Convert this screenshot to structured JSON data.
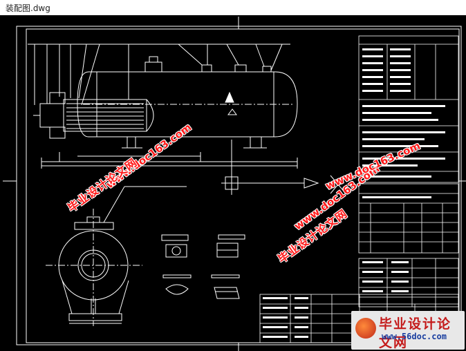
{
  "window": {
    "title": "装配图.dwg"
  },
  "drawing": {
    "background": "#000000",
    "line_color": "#ffffff",
    "watermark_color": "#ff1a1a"
  },
  "watermarks": {
    "cn_text": "毕业设计论文网",
    "url_text": "www.doc163.com"
  },
  "logo": {
    "cn_text": "毕业设计论文网",
    "url_text": "www.56doc.com",
    "url_color": "#1a3fa0"
  }
}
